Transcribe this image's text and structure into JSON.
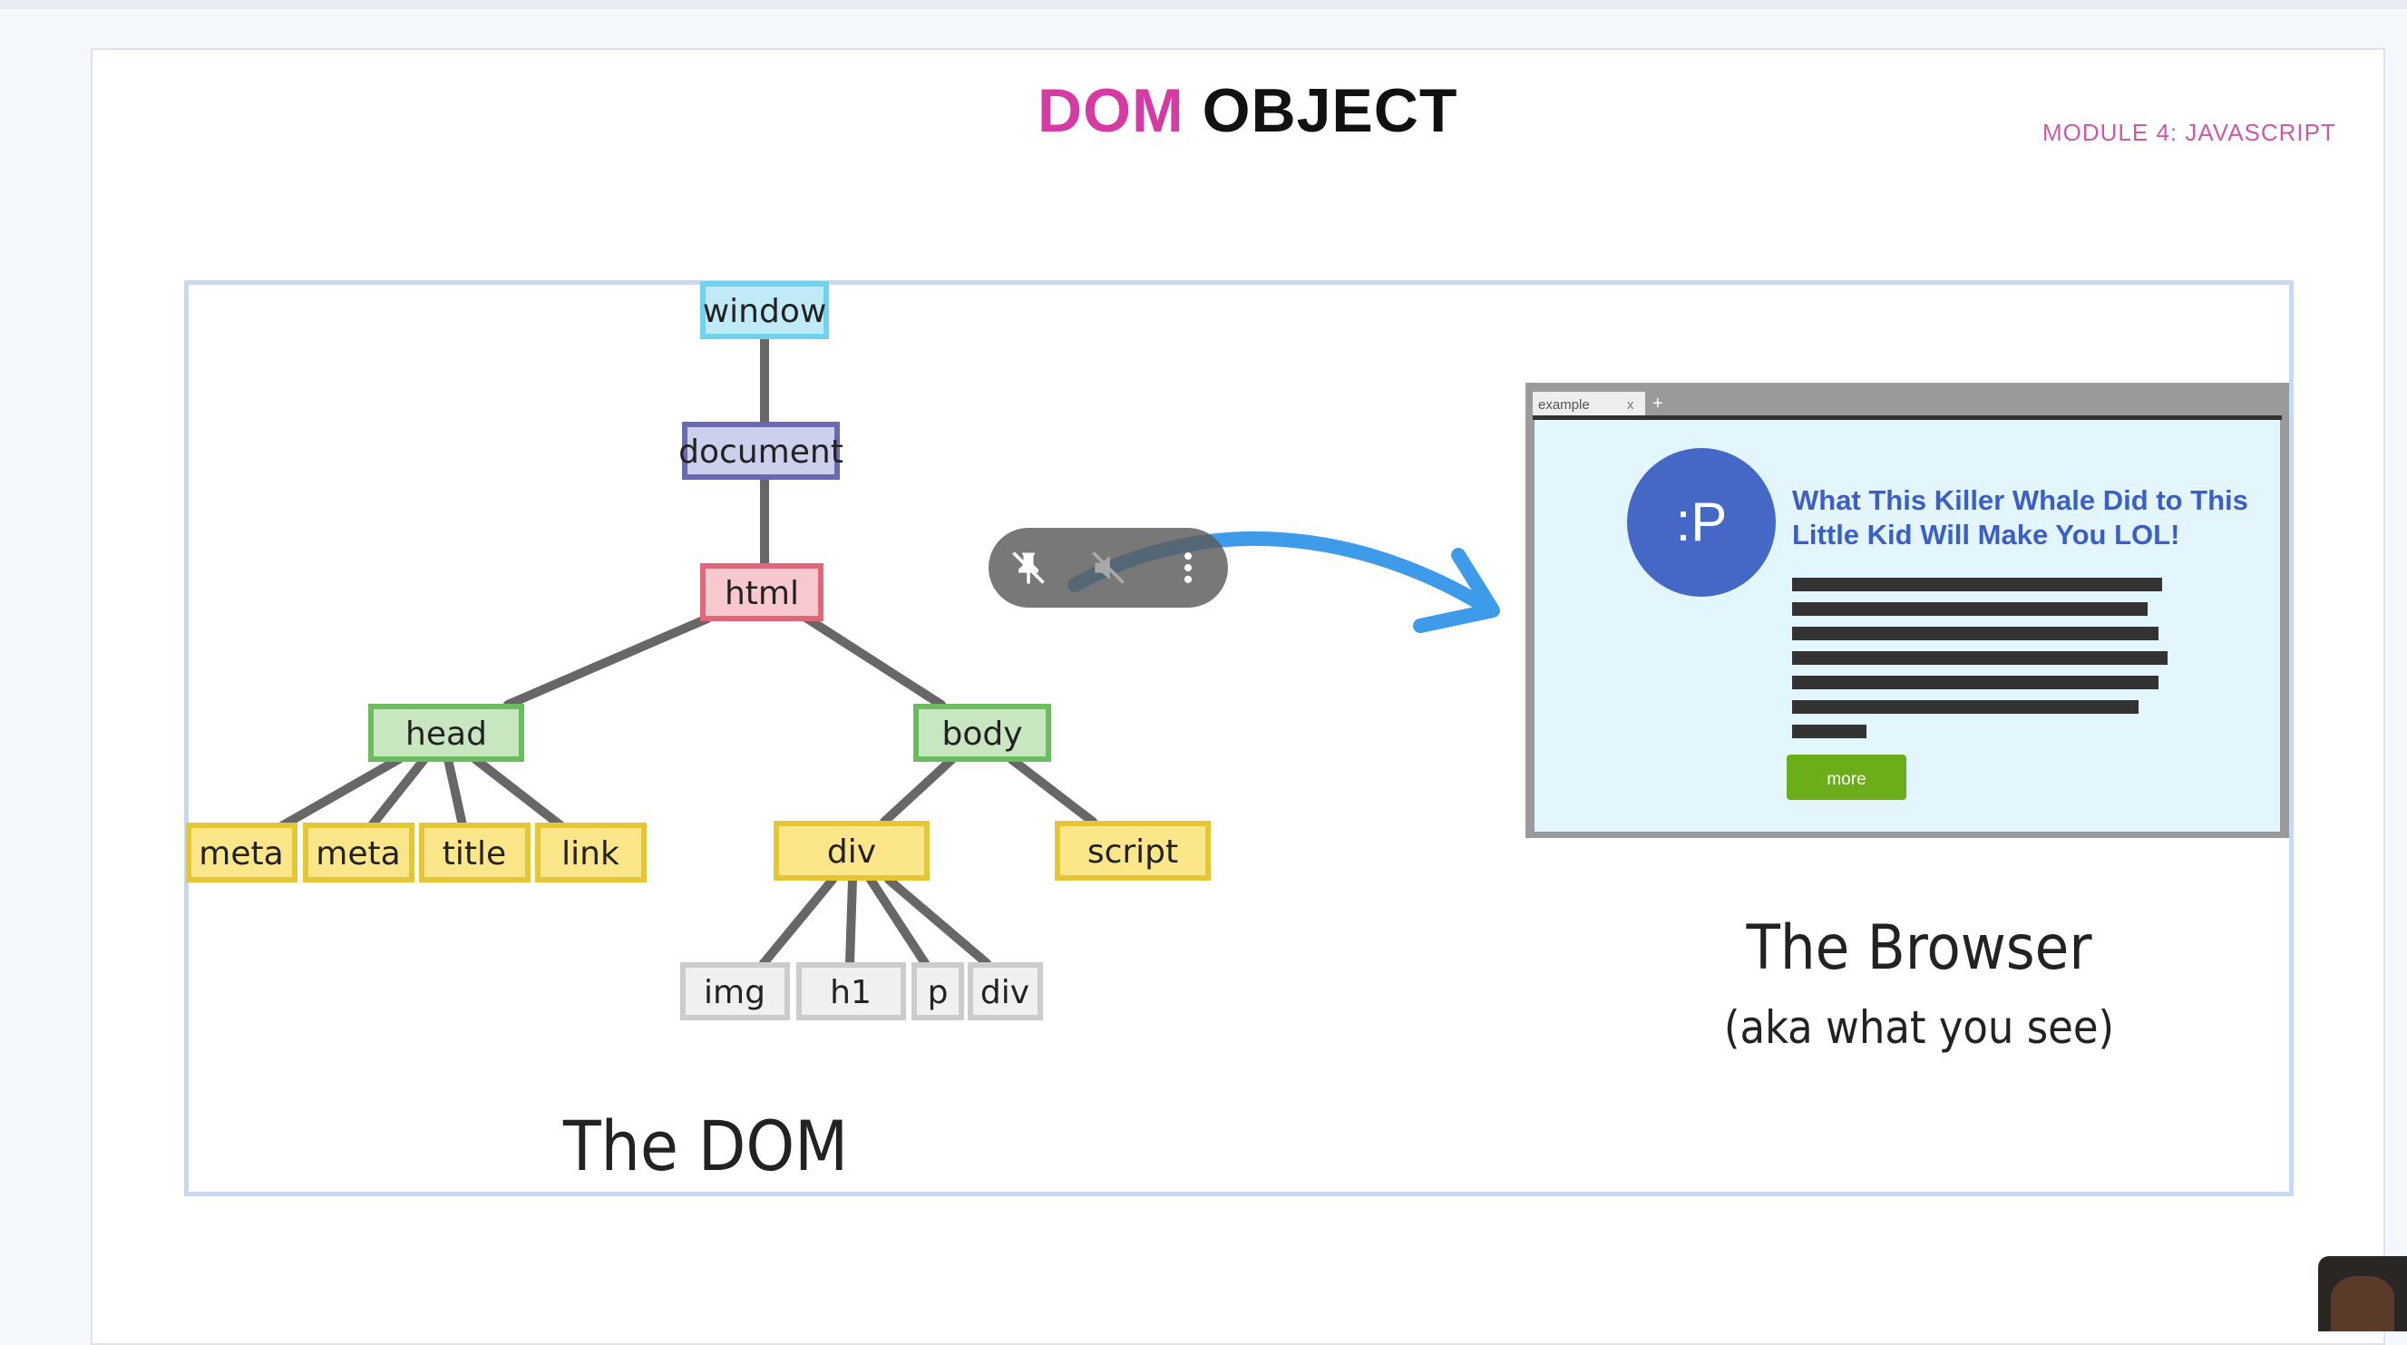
{
  "slide": {
    "title_accent": "DOM",
    "title_rest": "OBJECT",
    "module_label": "MODULE 4: JAVASCRIPT"
  },
  "dom_tree": {
    "nodes": {
      "window": "window",
      "document": "document",
      "html": "html",
      "head": "head",
      "body": "body",
      "meta1": "meta",
      "meta2": "meta",
      "title": "title",
      "link": "link",
      "div": "div",
      "script": "script",
      "img": "img",
      "h1": "h1",
      "p": "p",
      "div2": "div"
    },
    "caption": "The DOM"
  },
  "browser": {
    "tab_label": "example",
    "tab_close": "x",
    "new_tab": "+",
    "avatar_text": ":P",
    "headline": [
      "What This Killer Whale Did to This",
      "Little Kid Will Make You LOL!"
    ],
    "more_button": "more",
    "caption": "The Browser",
    "subcaption": "(aka what you see)"
  },
  "colors": {
    "accent": "#d63aa3",
    "window_node": "#bfeaf6",
    "document_node": "#ccd0ec",
    "html_node": "#f7c9cf",
    "head_body_node": "#c8e6c0",
    "leaf_yellow": "#fbe78a",
    "grey_node": "#f0f0f0",
    "arrow": "#3d9be9",
    "avatar": "#4568c7",
    "headline_text": "#3b5fc4",
    "more_button": "#6cad1a"
  },
  "video_overlay": {
    "icons": [
      "pin-off-icon",
      "volume-muted-icon",
      "more-vertical-icon"
    ]
  }
}
